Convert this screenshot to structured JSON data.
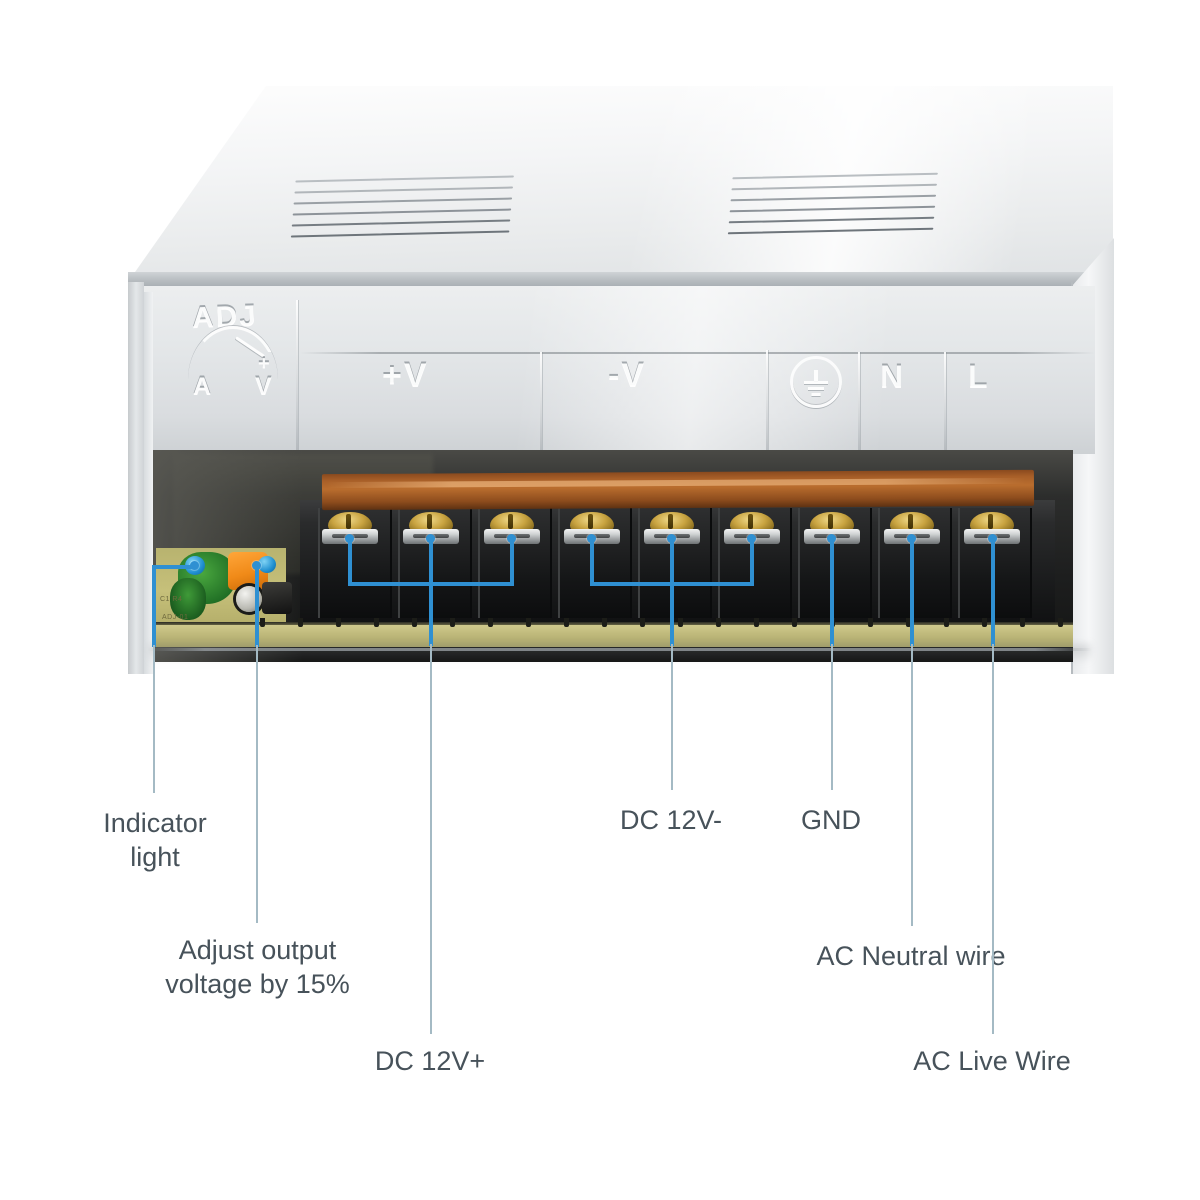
{
  "product": {
    "type": "switching-power-supply",
    "enclosure_color": "#e6e9ea",
    "terminal_block_color": "#1b1c1d",
    "busbar_color": "#b96d2e",
    "accent_color": "#2f90d2",
    "label_text_color": "#47525a",
    "background_color": "#ffffff"
  },
  "faceplate": {
    "adjust_word": "ADJ",
    "adjust_ampere": "A",
    "adjust_volt": "V",
    "adjust_plus": "+",
    "terminal_marks": [
      {
        "id": "mark-plus-v",
        "text": "+V"
      },
      {
        "id": "mark-minus-v",
        "text": "-V"
      },
      {
        "id": "mark-ground",
        "text": "",
        "icon": "earth-ground-icon"
      },
      {
        "id": "mark-neutral",
        "text": "N"
      },
      {
        "id": "mark-live",
        "text": "L"
      }
    ]
  },
  "terminals": {
    "count": 9,
    "screws": [
      {
        "index": 1,
        "group": "dc-positive"
      },
      {
        "index": 2,
        "group": "dc-positive"
      },
      {
        "index": 3,
        "group": "dc-positive"
      },
      {
        "index": 4,
        "group": "dc-negative"
      },
      {
        "index": 5,
        "group": "dc-negative"
      },
      {
        "index": 6,
        "group": "dc-negative"
      },
      {
        "index": 7,
        "group": "ground"
      },
      {
        "index": 8,
        "group": "ac-neutral"
      },
      {
        "index": 9,
        "group": "ac-live"
      }
    ]
  },
  "callouts": [
    {
      "id": "indicator-light",
      "line1": "Indicator",
      "line2": "light",
      "target": "green-led"
    },
    {
      "id": "adjust-output-voltage",
      "line1": "Adjust output",
      "line2": "voltage by 15%",
      "target": "orange-potentiometer"
    },
    {
      "id": "dc-12v-positive",
      "line1": "DC 12V+",
      "line2": "",
      "target": "terminals-1-3"
    },
    {
      "id": "dc-12v-negative",
      "line1": "DC 12V-",
      "line2": "",
      "target": "terminals-4-6"
    },
    {
      "id": "gnd",
      "line1": "GND",
      "line2": "",
      "target": "terminal-7"
    },
    {
      "id": "ac-neutral-wire",
      "line1": "AC Neutral wire",
      "line2": "",
      "target": "terminal-8"
    },
    {
      "id": "ac-live-wire",
      "line1": "AC Live Wire",
      "line2": "",
      "target": "terminal-9"
    }
  ]
}
